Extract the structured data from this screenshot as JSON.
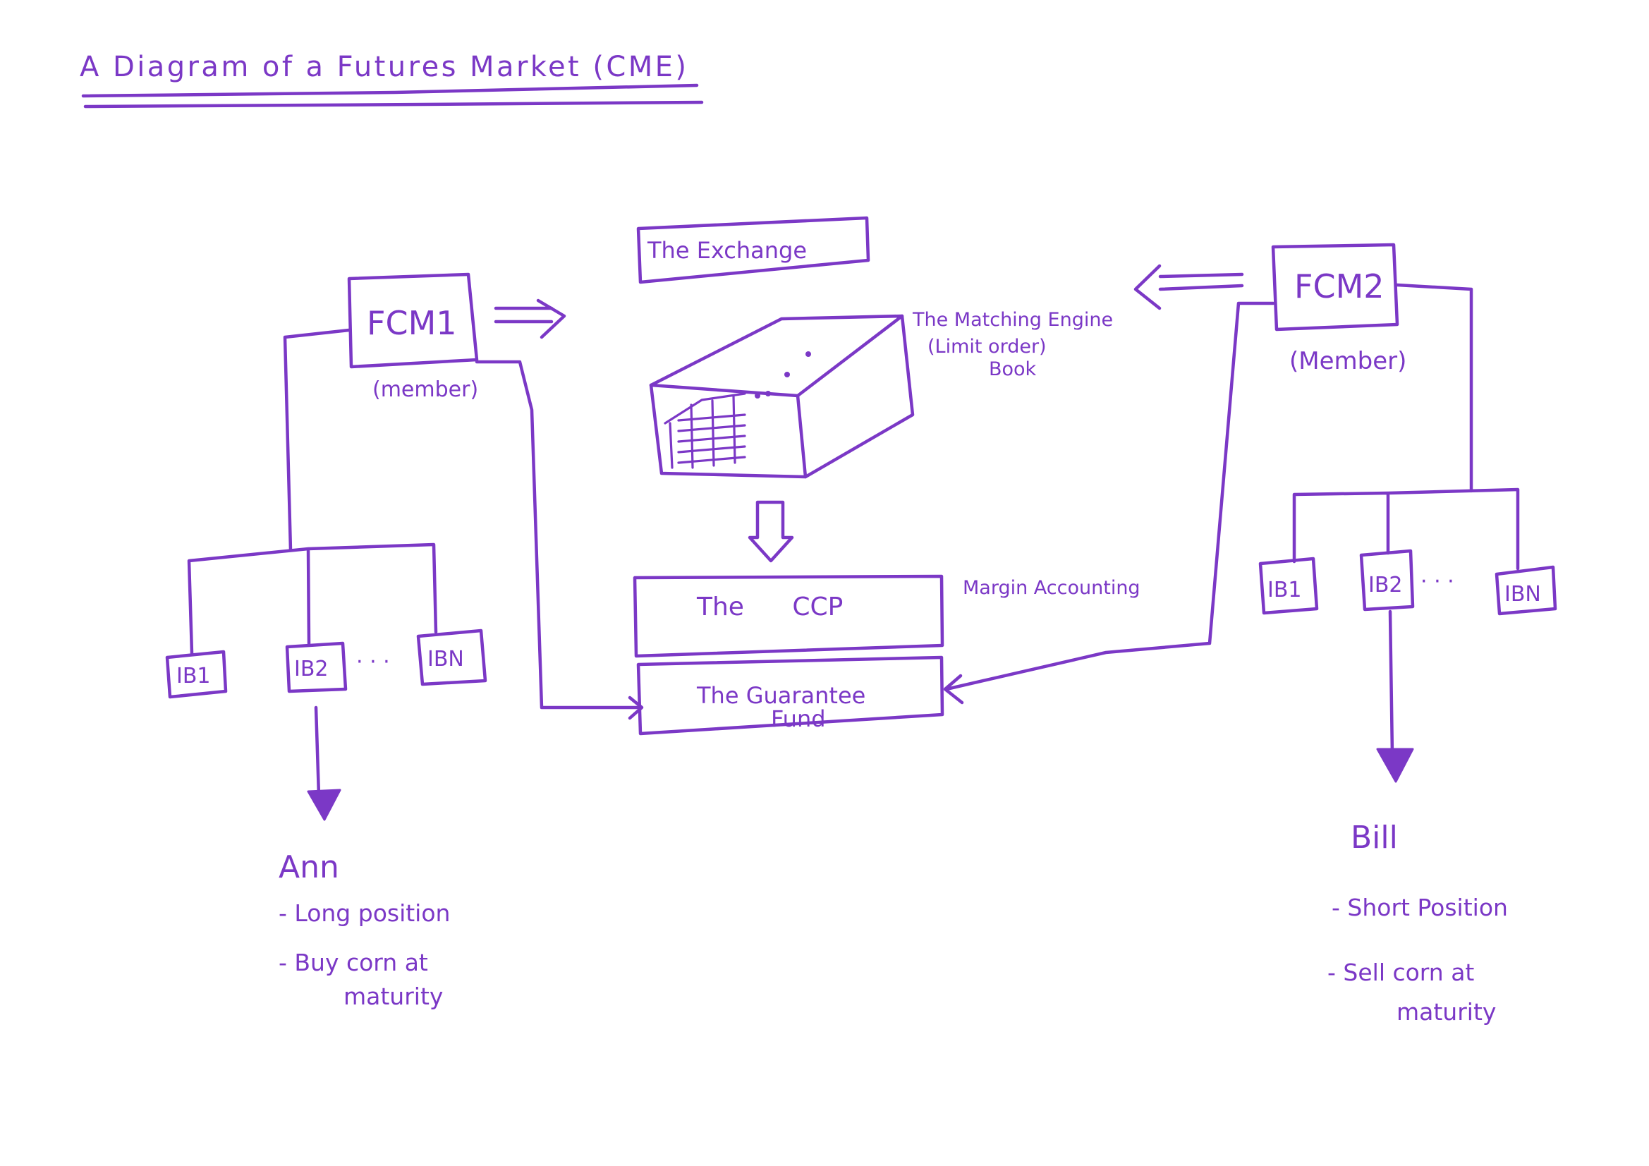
{
  "title": "A Diagram of a Futures Market (CME)",
  "exchange": {
    "label": "The Exchange",
    "matching_engine": {
      "label_lines": [
        "The Matching Engine",
        "(Limit order)",
        "Book"
      ]
    }
  },
  "ccp": {
    "label": "The CCP",
    "note": "Margin Accounting"
  },
  "guarantee_fund": {
    "label_lines": [
      "The Guarantee",
      "Fund"
    ]
  },
  "members": [
    {
      "fcm": "FCM1",
      "role": "(member)",
      "introducing_brokers": [
        "IB1",
        "IB2",
        "IBN"
      ],
      "ellipsis": "· · ·",
      "client": {
        "name": "Ann",
        "notes": [
          [
            "- Long position"
          ],
          [
            "- Buy corn at",
            "maturity"
          ]
        ]
      }
    },
    {
      "fcm": "FCM2",
      "role": "(Member)",
      "introducing_brokers": [
        "IB1",
        "IB2",
        "IBN"
      ],
      "ellipsis": "· · ·",
      "client": {
        "name": "Bill",
        "notes": [
          [
            "- Short Position"
          ],
          [
            "- Sell corn at",
            "maturity"
          ]
        ]
      }
    }
  ],
  "colors": {
    "ink": "#7b38c6",
    "paper": "#ffffff"
  }
}
